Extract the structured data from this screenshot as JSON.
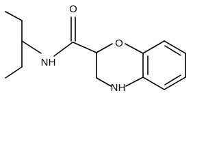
{
  "atoms": {
    "amide_nh": "N",
    "H_amide": "H",
    "carbonyl_o": "O",
    "ring_o": "O",
    "ring_nh": "N",
    "H_ring": "H"
  },
  "colors": {
    "ink": "#000000",
    "background": "#ffffff"
  }
}
